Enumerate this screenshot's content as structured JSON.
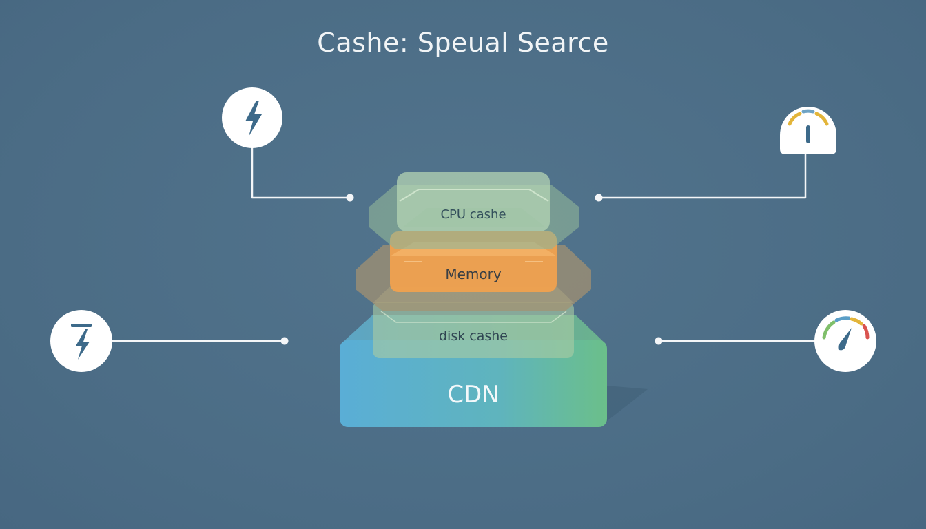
{
  "title": "Cashe: Speual Searce",
  "layers": {
    "cpu": {
      "label": "CPU cashe",
      "color": "#a3c9a7"
    },
    "memory": {
      "label": "Memory",
      "color": "#f0a14f"
    },
    "disk": {
      "label": "disk cashe",
      "color": "#a8c9a2"
    },
    "cdn": {
      "label": "CDN",
      "color_start": "#5aaed6",
      "color_end": "#66be8b"
    }
  },
  "icons": {
    "top_left": "lightning-icon",
    "bottom_left": "lightning-bar-icon",
    "top_right": "gauge-icon",
    "bottom_right": "speedometer-icon"
  },
  "colors": {
    "background": "#4d6e87",
    "connector": "#f4f6f8",
    "icon_bg": "#ffffff",
    "icon_fg": "#3d6a8a"
  }
}
